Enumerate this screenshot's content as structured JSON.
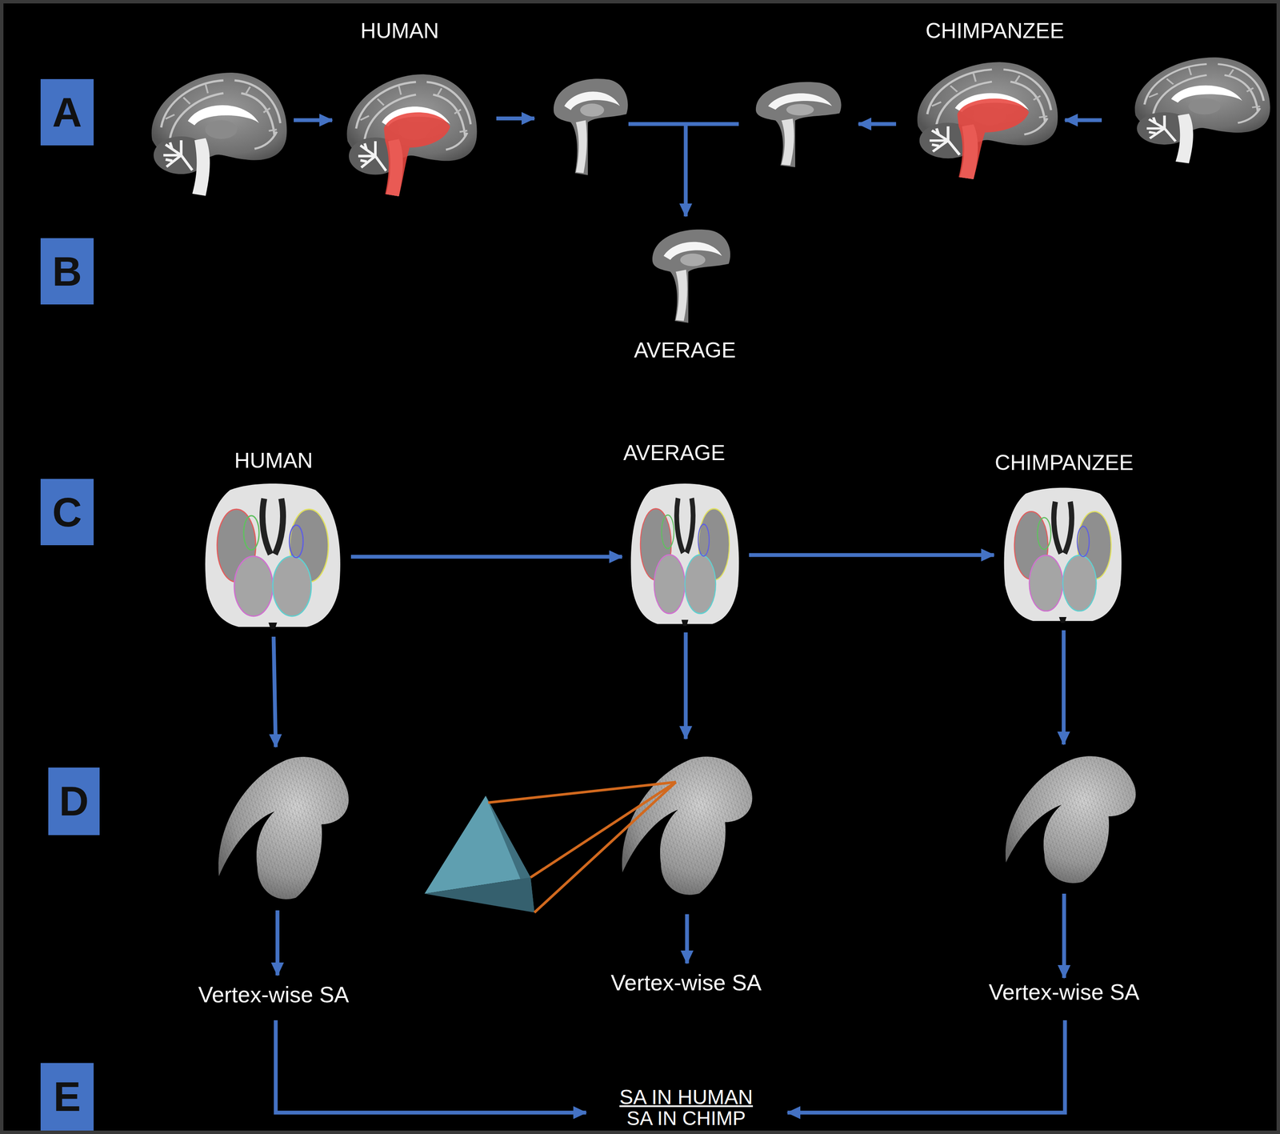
{
  "diagram": {
    "nodes": [
      {
        "text": [
          "A"
        ]
      },
      {
        "text": [
          "B"
        ]
      },
      {
        "text": [
          "C"
        ]
      },
      {
        "text": [
          "D"
        ]
      },
      {
        "text": [
          "E"
        ]
      }
    ],
    "labels": [
      "HUMAN",
      "CHIMPANZEE",
      "AVERAGE",
      "HUMAN",
      "AVERAGE",
      "CHIMPANZEE",
      "Vertex-wise SA",
      "Vertex-wise SA",
      "Vertex-wise SA",
      "SA IN HUMAN",
      "SA IN CHIMP"
    ]
  }
}
